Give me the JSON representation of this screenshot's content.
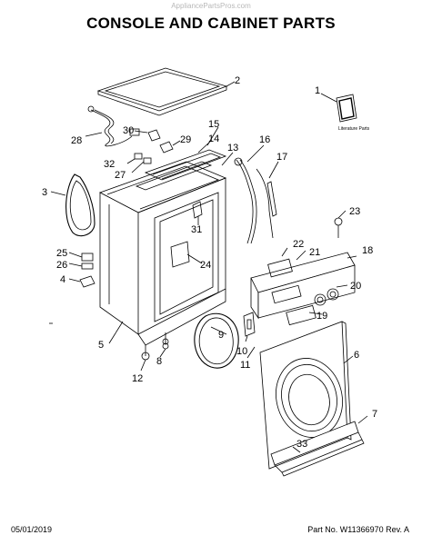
{
  "watermark": "AppliancePartsPros.com",
  "title": "CONSOLE AND CABINET PARTS",
  "literature_label": "Literature Parts",
  "callouts": {
    "c1": "1",
    "c2": "2",
    "c3": "3",
    "c4": "4",
    "c5": "5",
    "c6": "6",
    "c7": "7",
    "c8": "8",
    "c9": "9",
    "c10": "10",
    "c11": "11",
    "c12": "12",
    "c13": "13",
    "c14": "14",
    "c15": "15",
    "c16": "16",
    "c17": "17",
    "c18": "18",
    "c19": "19",
    "c20": "20",
    "c21": "21",
    "c22": "22",
    "c23": "23",
    "c24": "24",
    "c25": "25",
    "c26": "26",
    "c27": "27",
    "c28": "28",
    "c29": "29",
    "c30": "30",
    "c31": "31",
    "c32": "32",
    "c33": "33"
  },
  "footer": {
    "date": "05/01/2019",
    "part_no": "Part No. W11366970  Rev. A"
  }
}
